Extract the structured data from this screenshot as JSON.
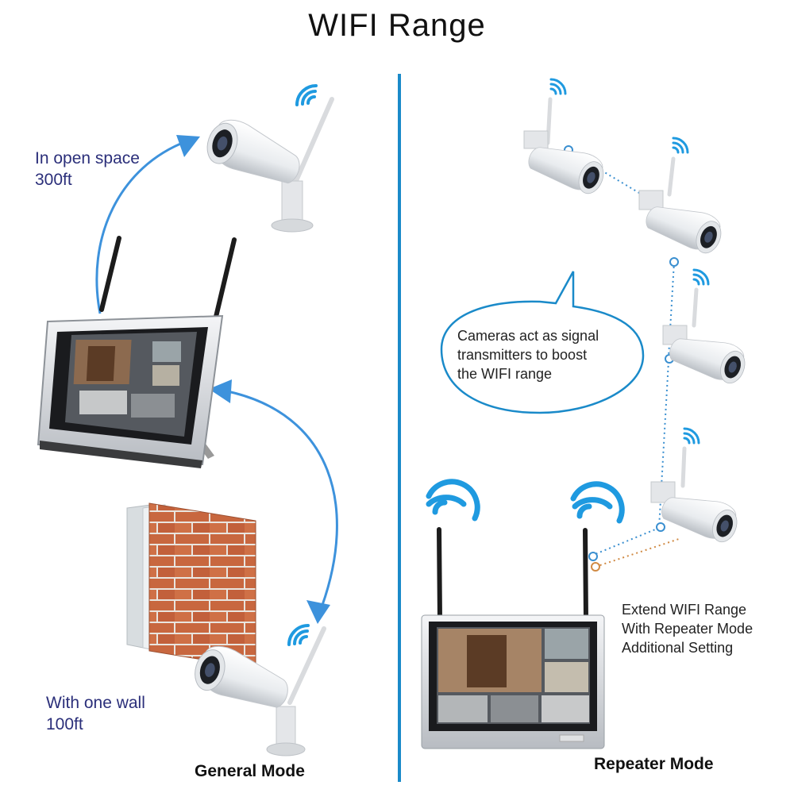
{
  "title": "WIFI Range",
  "general": {
    "mode_label": "General Mode",
    "open_space_line1": "In open space",
    "open_space_line2": "300ft",
    "one_wall_line1": "With one wall",
    "one_wall_line2": "100ft"
  },
  "repeater": {
    "mode_label": "Repeater Mode",
    "bubble_line1": "Cameras act as signal",
    "bubble_line2": "transmitters to boost",
    "bubble_line3": "the WIFI range",
    "extend_line1": "Extend WIFI Range",
    "extend_line2": "With Repeater Mode",
    "extend_line3": "Additional Setting"
  },
  "colors": {
    "divider": "#1a8ac9",
    "arrow": "#3d92dc",
    "wifi_signal": "#1f9ae0",
    "navy_text": "#2b2f7a",
    "brick": "#c8673f",
    "dotted_link": "#3a8fd0",
    "orange_link": "#d08a44"
  },
  "icons": [
    "wifi-signal-icon",
    "bullet-camera-icon",
    "nvr-monitor-icon",
    "brick-wall-icon",
    "speech-bubble-icon"
  ]
}
